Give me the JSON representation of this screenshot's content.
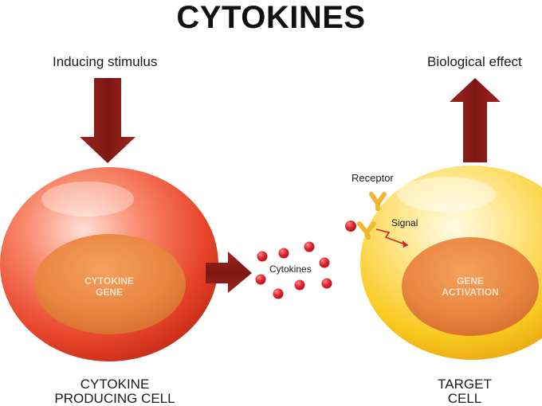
{
  "title": "CYTOKINES",
  "stimulus_label": "Inducing stimulus",
  "effect_label": "Biological effect",
  "producing_cell": {
    "nucleus_lines": [
      "CYTOKINE",
      "GENE"
    ],
    "caption_lines": [
      "CYTOKINE",
      "PRODUCING CELL"
    ]
  },
  "target_cell": {
    "nucleus_lines": [
      "GENE",
      "ACTIVATION"
    ],
    "caption_lines": [
      "TARGET",
      "CELL"
    ]
  },
  "cytokines_label": "Cytokines",
  "receptor_label": "Receptor",
  "signal_label": "Signal",
  "colors": {
    "arrow": "#8b1c17",
    "producing_cell": "#e8442a",
    "target_cell": "#f5c21a",
    "nucleus": "#e8843e",
    "cytokine_dot": "#d11f2a",
    "receptor": "#f0b830",
    "signal": "#d4231f"
  }
}
